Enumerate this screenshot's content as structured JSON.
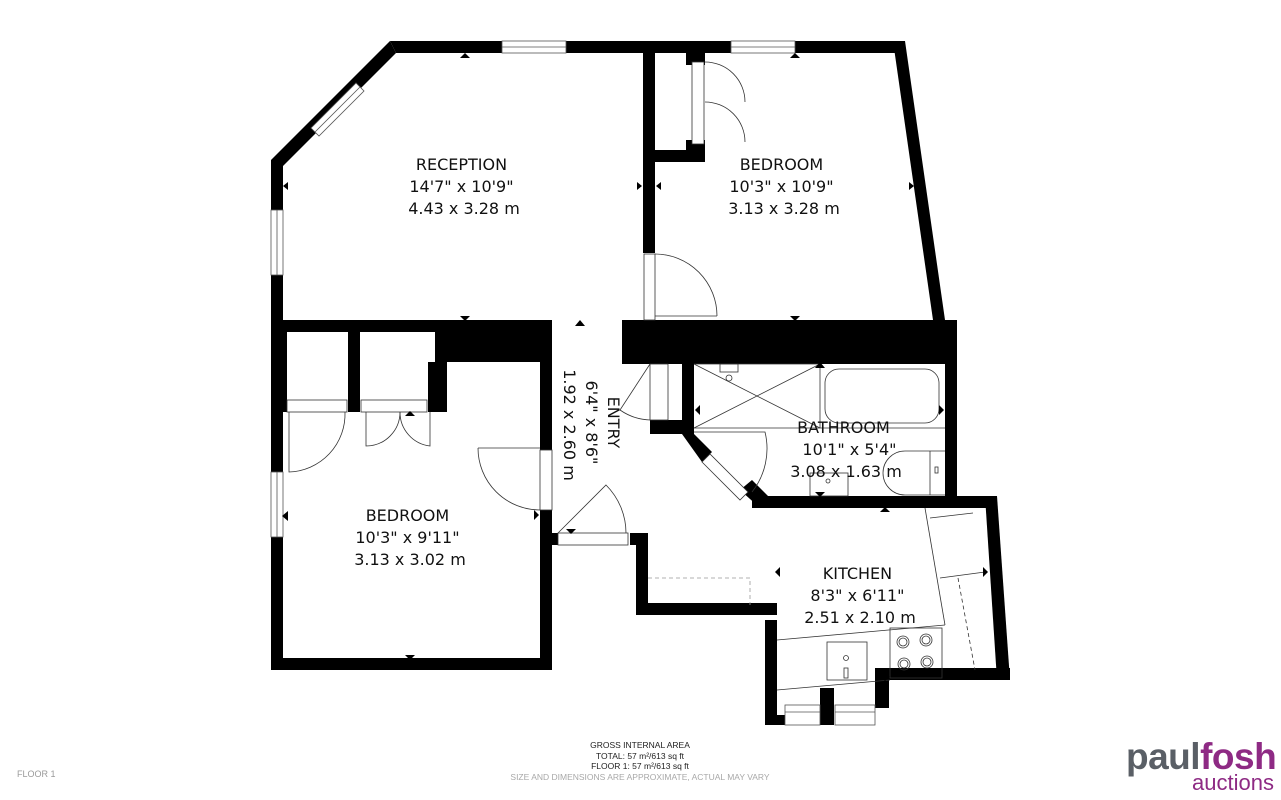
{
  "rooms": [
    {
      "name": "RECEPTION",
      "imperial": "14'7\" x 10'9\"",
      "metric": "4.43 x 3.28 m"
    },
    {
      "name": "BEDROOM",
      "imperial": "10'3\" x 10'9\"",
      "metric": "3.13 x 3.28 m"
    },
    {
      "name": "BEDROOM",
      "imperial": "10'3\" x 9'11\"",
      "metric": "3.13 x 3.02 m"
    },
    {
      "name": "ENTRY",
      "imperial": "6'4\" x 8'6\"",
      "metric": "1.92 x 2.60 m"
    },
    {
      "name": "BATHROOM",
      "imperial": "10'1\" x 5'4\"",
      "metric": "3.08 x 1.63 m"
    },
    {
      "name": "KITCHEN",
      "imperial": "8'3\" x 6'11\"",
      "metric": "2.51 x 2.10 m"
    }
  ],
  "area": {
    "heading": "GROSS INTERNAL AREA",
    "total": "TOTAL: 57 m²/613 sq ft",
    "floor": "FLOOR 1: 57 m²/613 sq ft",
    "disclaimer": "SIZE AND DIMENSIONS ARE APPROXIMATE, ACTUAL MAY VARY"
  },
  "floor_label": "FLOOR 1",
  "logo": {
    "part1": "paul",
    "part2": "fosh",
    "sub": "auctions",
    "colors": {
      "grey": "#5a5f66",
      "purple": "#8e2a84"
    }
  }
}
